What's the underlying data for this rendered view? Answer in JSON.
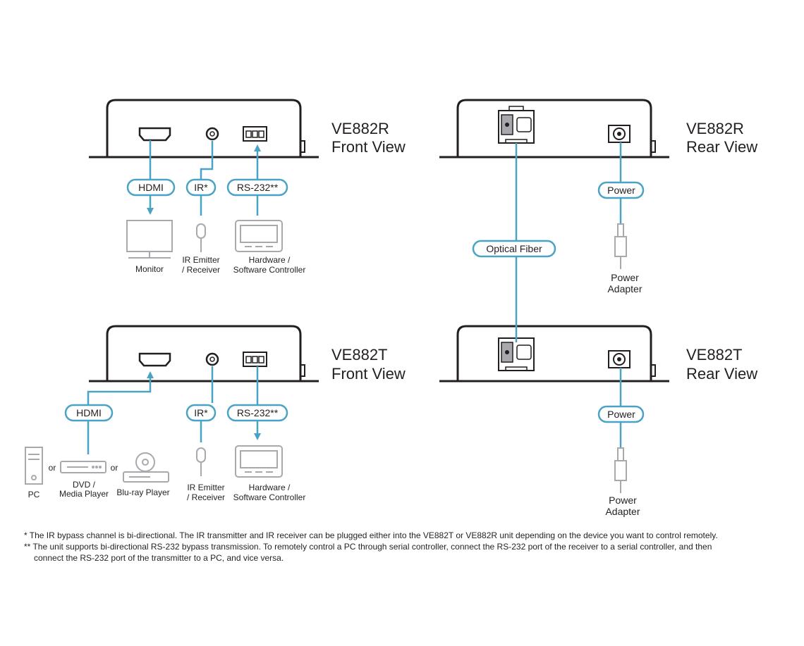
{
  "units": {
    "rx_front": {
      "model": "VE882R",
      "view": "Front View"
    },
    "rx_rear": {
      "model": "VE882R",
      "view": "Rear View"
    },
    "tx_front": {
      "model": "VE882T",
      "view": "Front View"
    },
    "tx_rear": {
      "model": "VE882T",
      "view": "Rear View"
    }
  },
  "connections": {
    "hdmi": "HDMI",
    "ir": "IR*",
    "rs232": "RS-232**",
    "power": "Power",
    "optical_fiber": "Optical Fiber"
  },
  "devices": {
    "monitor": "Monitor",
    "ir_line1": "IR Emitter",
    "ir_line2": "/ Receiver",
    "controller_line1": "Hardware /",
    "controller_line2": "Software Controller",
    "pc": "PC",
    "or": "or",
    "dvd_line1": "DVD /",
    "dvd_line2": "Media Player",
    "bluray": "Blu-ray Player",
    "power_adapter_line1": "Power",
    "power_adapter_line2": "Adapter"
  },
  "notes": [
    "* The IR bypass channel is bi-directional. The IR transmitter and IR receiver can be plugged either into the VE882T or VE882R unit depending on the device you want to control remotely.",
    "** The unit supports bi-directional RS-232 bypass transmission. To remotely control a PC through serial controller, connect the RS-232 port of the receiver to a serial controller, and then",
    "connect the RS-232 port of the transmitter to a PC, and vice versa."
  ],
  "colors": {
    "line": "#4aa3c4",
    "outline": "#231f20",
    "device": "#a7a9ac"
  }
}
